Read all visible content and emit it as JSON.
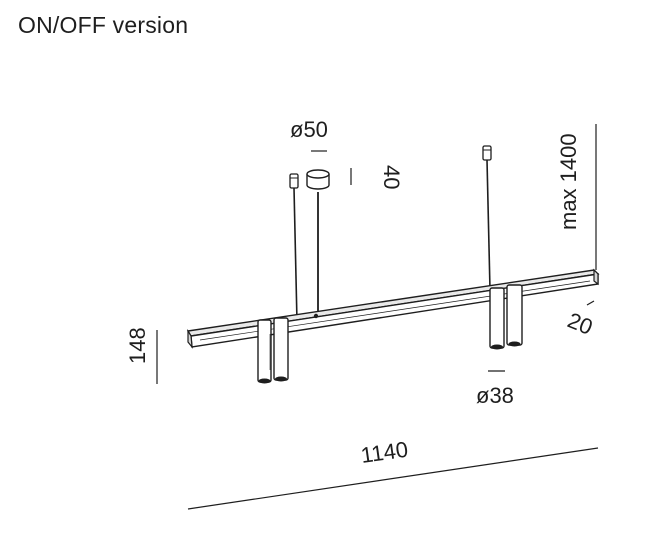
{
  "title": "ON/OFF version",
  "dimensions": {
    "canopy_diameter": "ø50",
    "canopy_height": "40",
    "max_suspension": "max 1400",
    "profile_depth": "20",
    "spot_height": "148",
    "spot_diameter": "ø38",
    "total_length": "1140"
  }
}
